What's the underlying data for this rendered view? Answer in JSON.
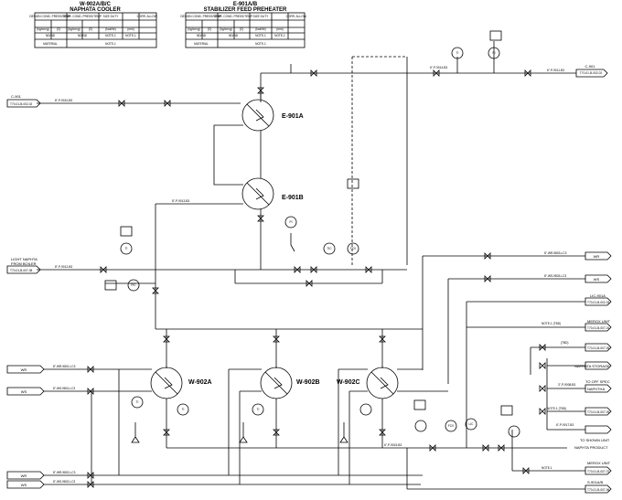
{
  "title_blocks": [
    {
      "title": "W-902A/B/C",
      "subtitle": "NAPHATA COOLER",
      "headers": [
        "DESIGN COND. PRESS/TEMP.",
        "OPER. COND. PRESS/TEMP.",
        "SIZE DUTY",
        "CORR. ALLOW."
      ],
      "units": [
        "(kg/cm²g)",
        "(C)",
        "(kg/cm²g)",
        "(C)",
        "(kcal/hr)",
        "(mm)"
      ],
      "values": [
        "ND/ND",
        "ND/ND",
        "NOTE-1",
        "NOTE-1"
      ],
      "material_label": "MATERIAL",
      "material_value": "NOTE-1"
    },
    {
      "title": "E-901A/B",
      "subtitle": "STABILIZER FEED PREHEATER",
      "headers": [
        "DESIGN COND. PRESS/TEMP.",
        "OPER. COND. PRESS/TEMP.",
        "SIZE DUTY",
        "CORR. ALLOW."
      ],
      "units": [
        "(kg/cm²g)",
        "(C)",
        "(kg/cm²g)",
        "(C)",
        "(kcal/hr)",
        "(mm)"
      ],
      "values": [
        "ND/ND",
        "ND/ND",
        "NOTE-1",
        "NOTE-1"
      ],
      "material_label": "MATERIAL",
      "material_value": "NOTE-1"
    }
  ],
  "equipment": {
    "e901a": "E-901A",
    "e901b": "E-901B",
    "w902a": "W-902A",
    "w902b": "W-902B",
    "w902c": "W-902C"
  },
  "streams": {
    "c901_top": "C-901",
    "c901_top_ref": "T70-01-B-002-02",
    "light_naphta": "LIGHT NAPHTA",
    "from_boiler": "FROM BOILER",
    "light_naphta_ref": "T70-01-B-007-08",
    "c901_right": "C-901",
    "c901_right_ref": "T70-01-B-002-02",
    "wr1": "WR",
    "ws1": "WS",
    "lic_ref_label": "LIC-901A",
    "lic_ref": "T70-01-B-002-03",
    "merox_label": "MEROX UNIT",
    "merox_ref": "T70-01-B-007-01",
    "naphta_storage": "NAPHATA STORAGE",
    "naphta_storage_ref": "T70-01-B-007-05",
    "to_off_spec": "TO OFF SPEC",
    "naphta": "NAPHTHA",
    "naphta_ref": "T70-01-B-007-09",
    "to_shown_unit": "TO SHOWN UNIT",
    "naphta_product": "NAPHTA PRODUCT",
    "merox_unit2": "MEROX UNIT",
    "merox_unit2_ref": "T70-01-B-007-07",
    "s901b_label": "S-901A/B",
    "s901b_ref": "T70-01-B-007-06",
    "wr_left1": "WR",
    "ws_left1": "WS",
    "wr_left2": "WR",
    "ws_left2": "WS"
  },
  "line_labels": {
    "l1": "8\"-P-9010-B3",
    "l2": "6\"-P-9011-B3",
    "l3": "8\"-P-9012-B3",
    "l4": "8\"-P-9013-B3",
    "l5": "8\"-WR-9801-LC3",
    "l6": "8\"-WS-9801-LC3",
    "l7": "8\"-WR-9802-LC3",
    "l8": "8\"-WS-9802-LC3",
    "l9": "8\"-WR-9803-LC3",
    "l10": "8\"-WS-9803-LC3",
    "l11": "6\"-P-9014-B3",
    "l12": "6\"-P-9015-B3",
    "l13": "6\"-P-9017-B3",
    "l14": "3\"-P-9008-B3",
    "note1": "NOTE-1 (TBD)",
    "note2": "NOTE-1 (TBD)",
    "note3": "NOTE-1",
    "tbd": "(TBD)"
  },
  "instruments": {
    "ti1": "TI",
    "ti2": "TI",
    "ti3": "TI",
    "ti4": "TI",
    "ti5": "TI",
    "pi1": "PI",
    "pi2": "PI",
    "tci": "TCV",
    "fcv": "FCV",
    "fic": "FIC",
    "lic": "LIC",
    "tic": "TIC"
  }
}
